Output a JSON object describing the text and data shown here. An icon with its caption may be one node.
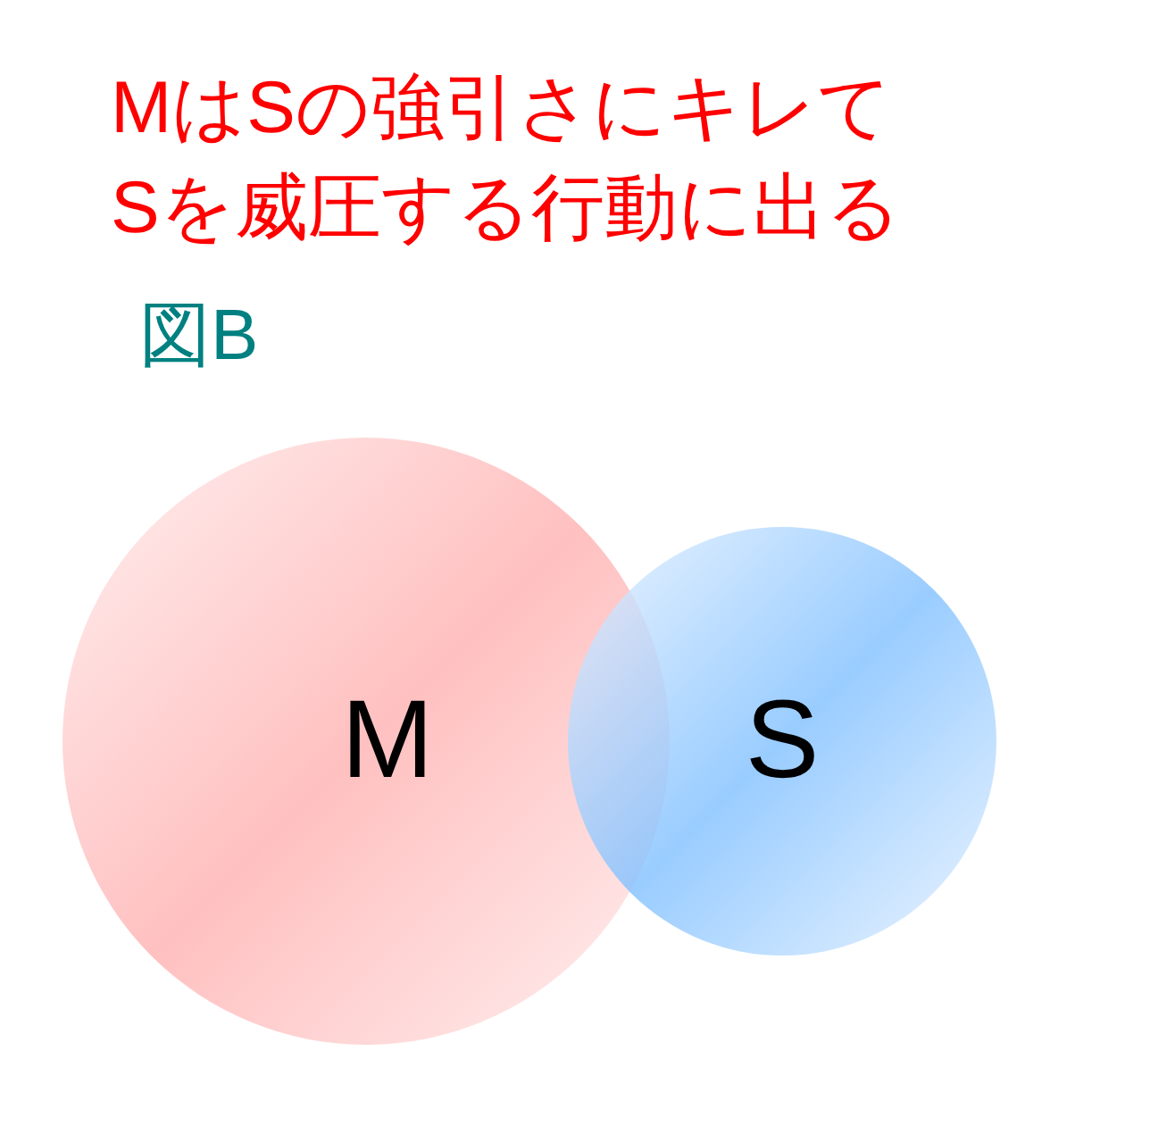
{
  "diagram": {
    "title": "MはSの強引さにキレてSを威圧する行動に出る",
    "nodes": [
      {
        "text": [
          "M"
        ]
      },
      {
        "text": [
          "S"
        ]
      }
    ],
    "labels": [
      "図B"
    ]
  }
}
